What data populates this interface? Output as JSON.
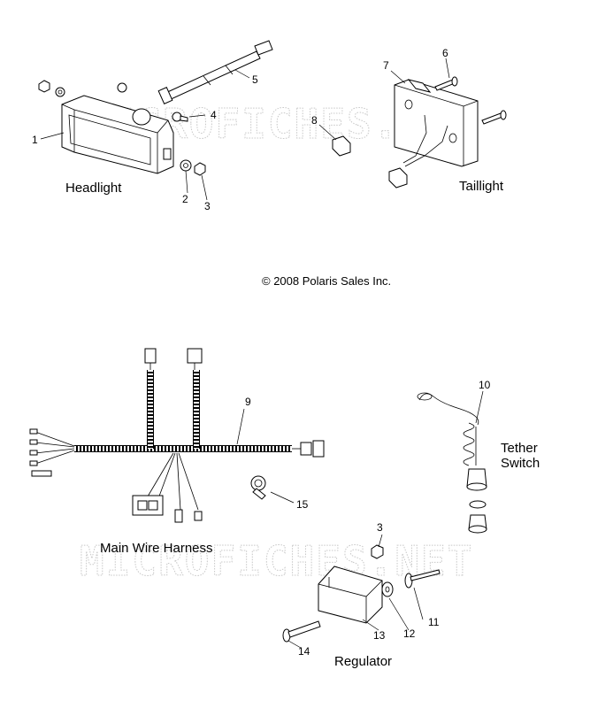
{
  "watermark": "MICROFICHES.NET",
  "copyright": "© 2008 Polaris Sales Inc.",
  "captions": {
    "headlight": "Headlight",
    "taillight": "Taillight",
    "harness": "Main Wire Harness",
    "tether_line1": "Tether",
    "tether_line2": "Switch",
    "regulator": "Regulator"
  },
  "callouts": {
    "c1": "1",
    "c2": "2",
    "c3a": "3",
    "c4": "4",
    "c5": "5",
    "c6": "6",
    "c7": "7",
    "c8": "8",
    "c9": "9",
    "c10": "10",
    "c11": "11",
    "c12": "12",
    "c13": "13",
    "c14": "14",
    "c15": "15",
    "c3b": "3"
  }
}
